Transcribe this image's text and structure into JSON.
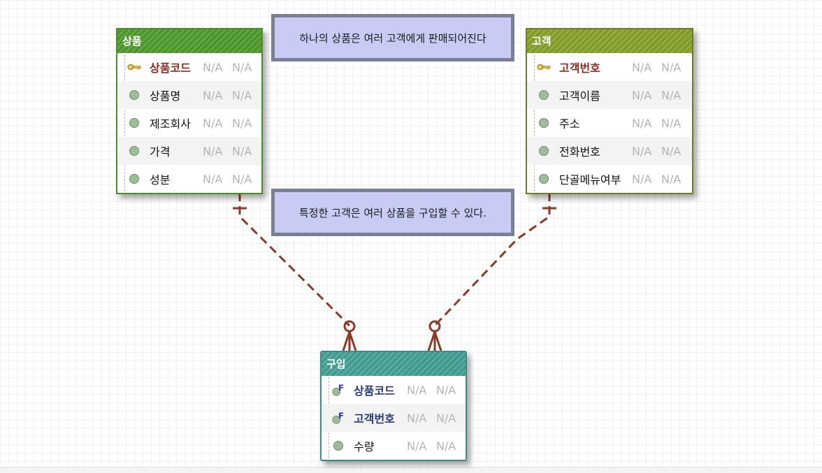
{
  "entities": {
    "product": {
      "title": "상품",
      "rows": [
        {
          "name": "상품코드",
          "c1": "N/A",
          "c2": "N/A"
        },
        {
          "name": "상품명",
          "c1": "N/A",
          "c2": "N/A"
        },
        {
          "name": "제조회사",
          "c1": "N/A",
          "c2": "N/A"
        },
        {
          "name": "가격",
          "c1": "N/A",
          "c2": "N/A"
        },
        {
          "name": "성분",
          "c1": "N/A",
          "c2": "N/A"
        }
      ]
    },
    "customer": {
      "title": "고객",
      "rows": [
        {
          "name": "고객번호",
          "c1": "N/A",
          "c2": "N/A"
        },
        {
          "name": "고객이름",
          "c1": "N/A",
          "c2": "N/A"
        },
        {
          "name": "주소",
          "c1": "N/A",
          "c2": "N/A"
        },
        {
          "name": "전화번호",
          "c1": "N/A",
          "c2": "N/A"
        },
        {
          "name": "단골메뉴여부",
          "c1": "N/A",
          "c2": "N/A"
        }
      ]
    },
    "purchase": {
      "title": "구입",
      "rows": [
        {
          "name": "상품코드",
          "c1": "N/A",
          "c2": "N/A"
        },
        {
          "name": "고객번호",
          "c1": "N/A",
          "c2": "N/A"
        },
        {
          "name": "수량",
          "c1": "N/A",
          "c2": "N/A"
        }
      ]
    }
  },
  "notes": {
    "n1": "하나의 상품은 여러 고객에게 판매되어진다",
    "n2": "특정한 고객은 여러 상품을 구입할 수 있다."
  },
  "colors": {
    "relationship": "#8a3a26",
    "product_header": "#4f9a2c",
    "customer_header": "#87a02a",
    "purchase_header": "#43a093",
    "note_fill": "#c8ccf5"
  }
}
